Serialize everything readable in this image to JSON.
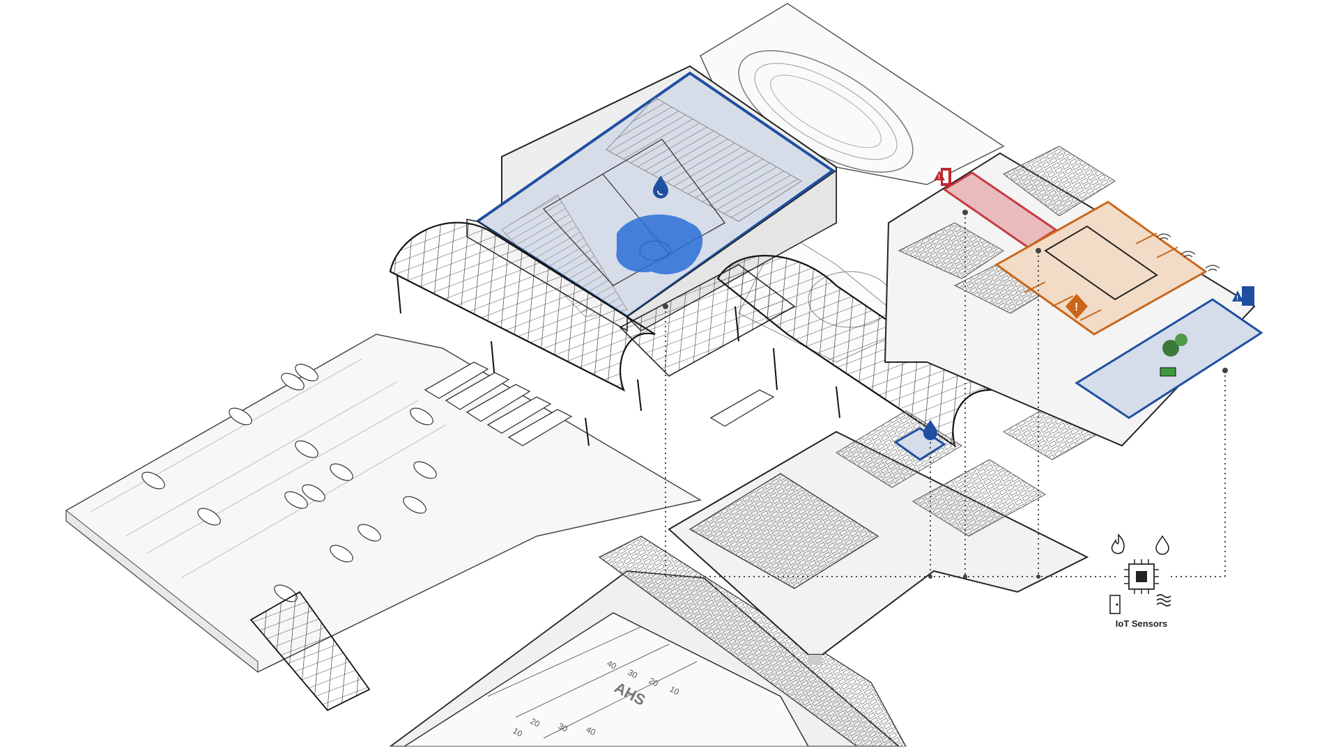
{
  "diagram": {
    "sensor_hub_label": "IoT Sensors",
    "icons": {
      "water_leak": "droplet-icon",
      "fire_alarm": "flame-icon",
      "door_alert": "door-warning-icon",
      "hazard_alert": "exclamation-icon",
      "motion": "wifi-icon",
      "chip": "chip-icon",
      "humidity": "water-waves-icon",
      "door": "door-icon"
    },
    "field_markings": {
      "end_zone": "AHS",
      "yard_numbers": [
        "10",
        "20",
        "30",
        "40",
        "40",
        "30",
        "20",
        "10"
      ]
    },
    "zones": [
      {
        "id": "gymnasium",
        "status": "water-leak",
        "color": "#1f4fa0"
      },
      {
        "id": "corridor-red",
        "status": "door-alert",
        "color": "#c0272d"
      },
      {
        "id": "classroom-orange",
        "status": "fire-hazard",
        "color": "#c9661a"
      },
      {
        "id": "lab-blue",
        "status": "water-leak",
        "color": "#1f4fa0"
      },
      {
        "id": "restroom-blue",
        "status": "water-leak",
        "color": "#1f4fa0"
      }
    ],
    "colors": {
      "alert_blue": "#1f4fa0",
      "leak_blue": "#2a6fd6",
      "alert_red": "#c0272d",
      "alert_orange": "#c9661a",
      "line": "#1a1a1a"
    }
  }
}
